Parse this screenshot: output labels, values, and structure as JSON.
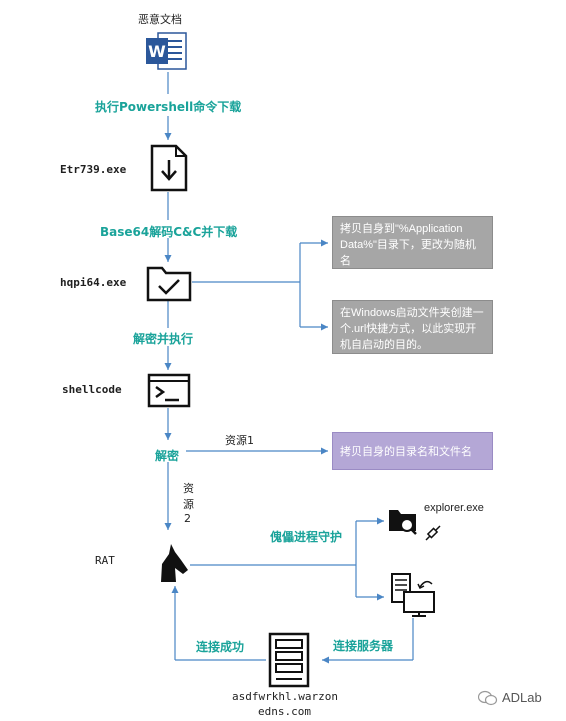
{
  "nodes": {
    "doc_label": "恶意文档",
    "etr": "Etr739.exe",
    "hqpi": "hqpi64.exe",
    "shellcode": "shellcode",
    "rat": "RAT",
    "server_line1": "asdfwrkhl.warzon",
    "server_line2": "edns.com",
    "explorer": "explorer.exe"
  },
  "edges": {
    "powershell": "执行Powershell命令下载",
    "base64": "Base64解码C&C并下载",
    "decrypt_exec": "解密并执行",
    "decrypt": "解密",
    "resource1": "资源1",
    "resource2": [
      "资",
      "源",
      "2"
    ],
    "puppet": "傀儡进程守护",
    "connect_server": "连接服务器",
    "connect_ok": "连接成功"
  },
  "boxes": {
    "copy_self": "拷贝自身到\"%Application Data%\"目录下，更改为随机名",
    "startup": "在Windows启动文件夹创建一个.url快捷方式，以此实现开机自启动的目的。",
    "copy_dir": "拷贝自身的目录名和文件名"
  },
  "watermark": "ADLab",
  "colors": {
    "arrow": "#4a86c5",
    "teal": "#1aa39a",
    "gray_box": "#a6a6a6",
    "purple_box": "#b4a7d6",
    "word_blue": "#2b579a"
  }
}
